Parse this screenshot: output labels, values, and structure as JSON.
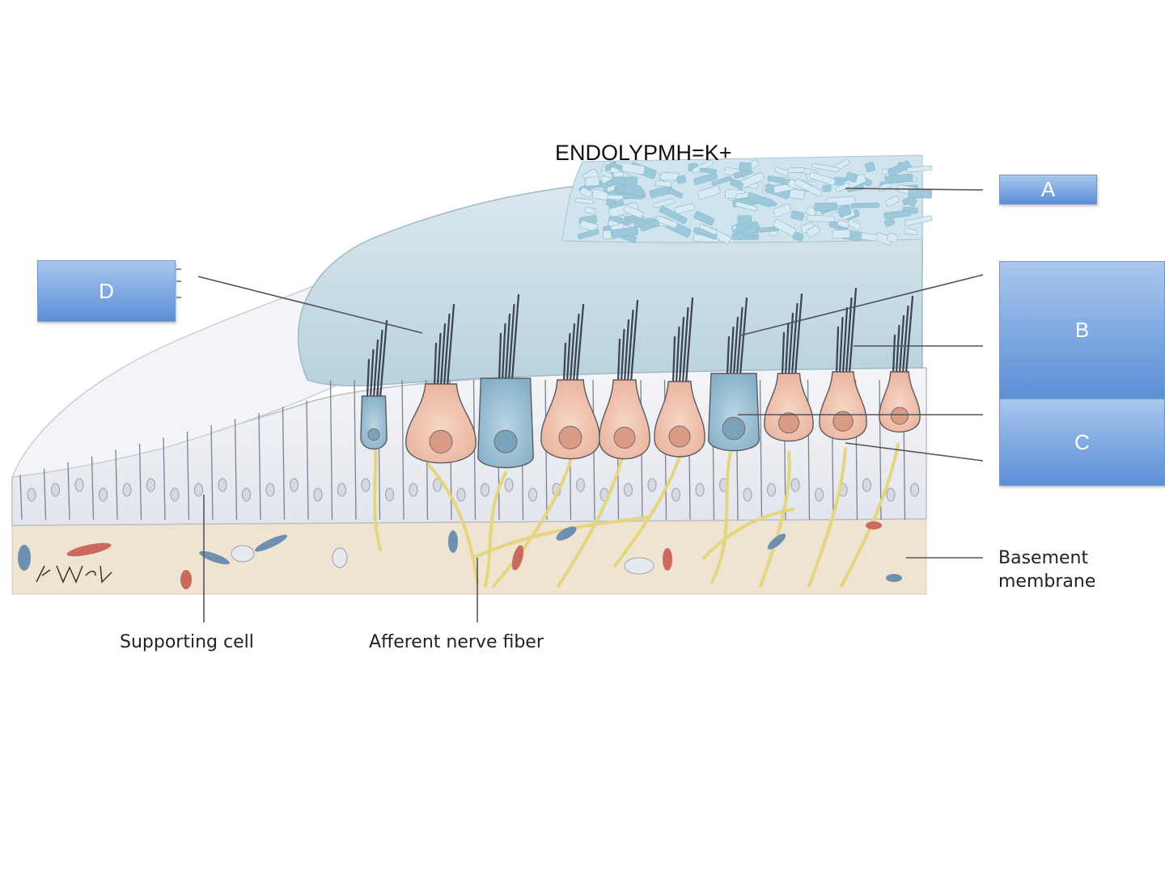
{
  "title": "ENDOLYPMH=K+",
  "boxes": {
    "a": "A",
    "b": "B",
    "c": "C",
    "d": "D"
  },
  "labels": {
    "supporting_cell": "Supporting cell",
    "afferent_nerve_fiber": "Afferent nerve fiber",
    "basement_line1": "Basement",
    "basement_line2": "membrane"
  },
  "colors": {
    "box_top": "#a9c7ee",
    "box_bottom": "#5b8fd6",
    "gel": "#c3d9e3",
    "otoconia": "#a8cfe0",
    "hair_cell_type1": "#f0c4b0",
    "hair_cell_type2": "#9ec4d8",
    "nerve": "#e9d986",
    "connective": "#efe4d1",
    "supporting": "#eceef3"
  }
}
